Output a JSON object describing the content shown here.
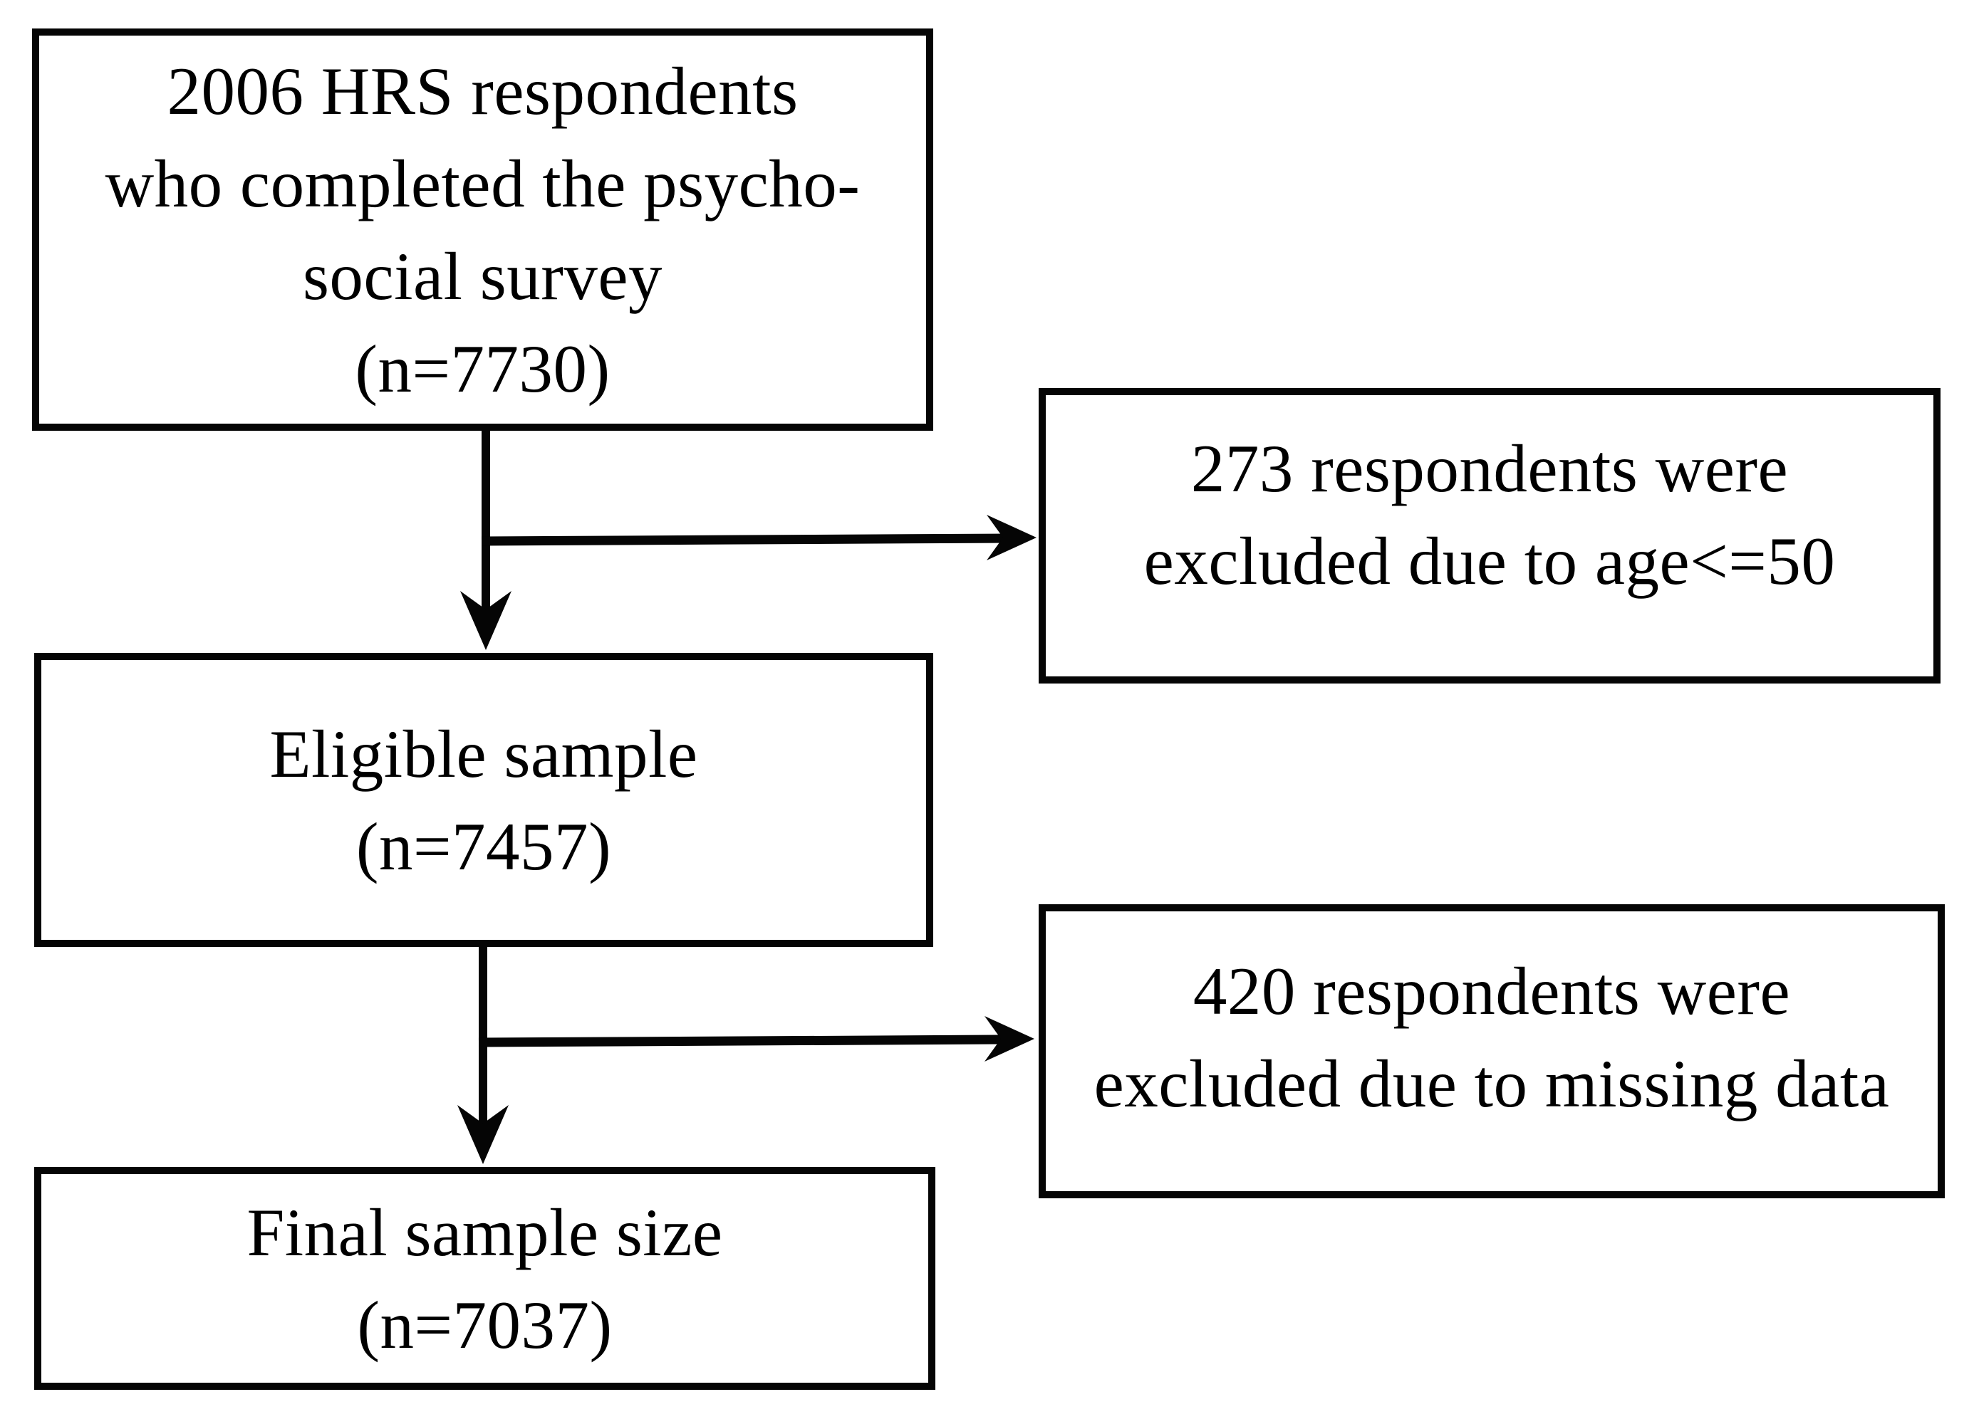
{
  "figure": {
    "type": "flowchart",
    "background_color": "#ffffff",
    "line_color": "#000000",
    "nodes": [
      {
        "id": "survey-respondents",
        "lines": [
          "2006 HRS respondents",
          "who completed the psycho-",
          "social survey",
          "(n=7730)"
        ],
        "n": 7730
      },
      {
        "id": "excluded-age",
        "lines": [
          "273 respondents were",
          "excluded due to age<=50"
        ],
        "n": 273
      },
      {
        "id": "eligible-sample",
        "lines": [
          "Eligible sample",
          "(n=7457)"
        ],
        "n": 7457
      },
      {
        "id": "excluded-missing",
        "lines": [
          "420 respondents were",
          "excluded due to missing data"
        ],
        "n": 420
      },
      {
        "id": "final-sample",
        "lines": [
          "Final sample size",
          "(n=7037)"
        ],
        "n": 7037
      }
    ],
    "edges": [
      {
        "from": "survey-respondents",
        "to": "eligible-sample"
      },
      {
        "from": "survey-respondents",
        "to": "excluded-age"
      },
      {
        "from": "eligible-sample",
        "to": "final-sample"
      },
      {
        "from": "eligible-sample",
        "to": "excluded-missing"
      }
    ]
  }
}
